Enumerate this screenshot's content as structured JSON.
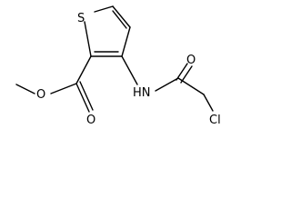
{
  "molecule": {
    "atoms": {
      "sulfur": "S",
      "carbonyl_oxygen_top": "O",
      "ester_oxygen": "O",
      "carbonyl_oxygen_bottom": "O",
      "amide_nh": "HN",
      "chlorine": "Cl"
    }
  }
}
